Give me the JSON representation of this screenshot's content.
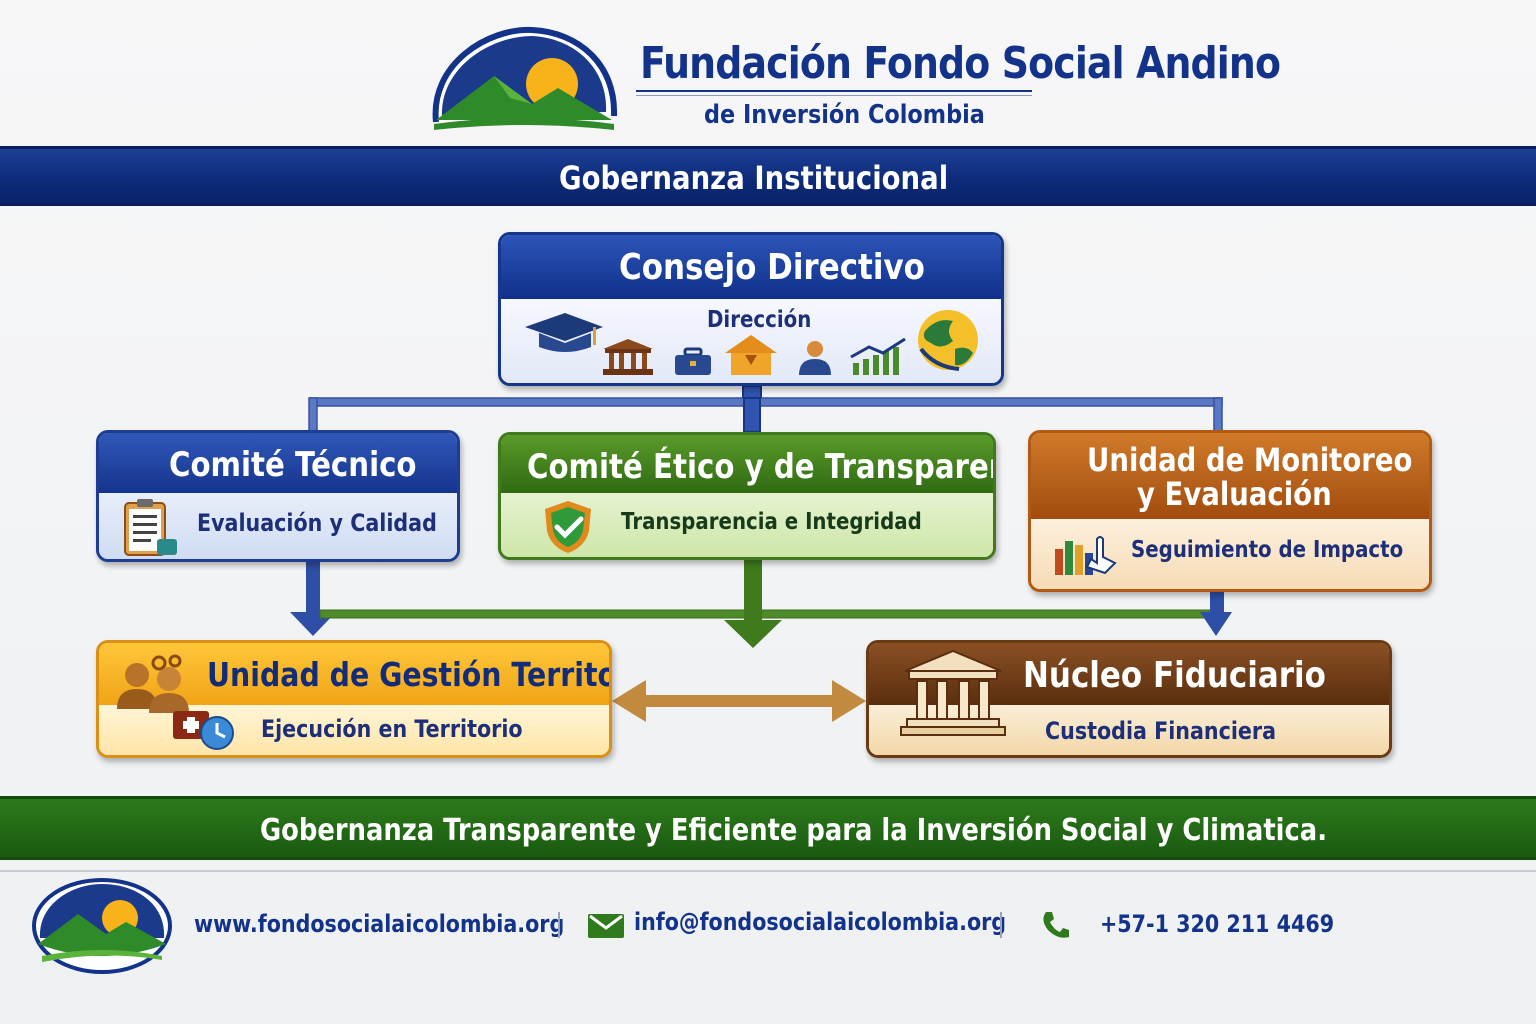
{
  "header": {
    "title": "Fundación Fondo Social Andino",
    "subtitle": "de Inversión Colombia",
    "logo_icon": "mountain-sun-logo-icon"
  },
  "banner": {
    "title": "Gobernanza Institucional"
  },
  "consejo": {
    "title": "Consejo Directivo",
    "label": "Dirección",
    "icons": [
      "graduation-cap-icon",
      "bank-icon",
      "briefcase-icon",
      "house-icon",
      "person-icon",
      "growth-chart-icon",
      "globe-icon"
    ]
  },
  "tecnico": {
    "title": "Comité Técnico",
    "label": "Evaluación y Calidad",
    "icon": "clipboard-icon"
  },
  "etico": {
    "title": "Comité Ético y de Transparencia",
    "label": "Transparencia e Integridad",
    "icon": "shield-check-icon"
  },
  "monitoreo": {
    "title_line1": "Unidad de Monitoreo",
    "title_line2": "y Evaluación",
    "label": "Seguimiento de Impacto",
    "icon": "bar-chart-pointer-icon"
  },
  "territorial": {
    "title": "Unidad de Gestión Territorial",
    "label": "Ejecución en Territorio",
    "icons": [
      "people-icon",
      "medical-kit-icon",
      "clock-icon"
    ]
  },
  "fiduciario": {
    "title": "Núcleo Fiduciario",
    "label": "Custodia Financiera",
    "icon": "institution-icon"
  },
  "tagline": "Gobernanza Transparente y Eficiente para la Inversión Social y Climatica.",
  "footer": {
    "website": "www.fondosocialaicolombia.org",
    "email": "info@fondosocialaicolombia.org",
    "phone": "+57-1 320 211 4469",
    "email_icon": "envelope-icon",
    "phone_icon": "phone-icon"
  },
  "colors": {
    "navy": "#13338a",
    "green": "#2d7a1c",
    "orange": "#c06a1e",
    "gold": "#f5b023",
    "brown": "#6a3a14"
  }
}
